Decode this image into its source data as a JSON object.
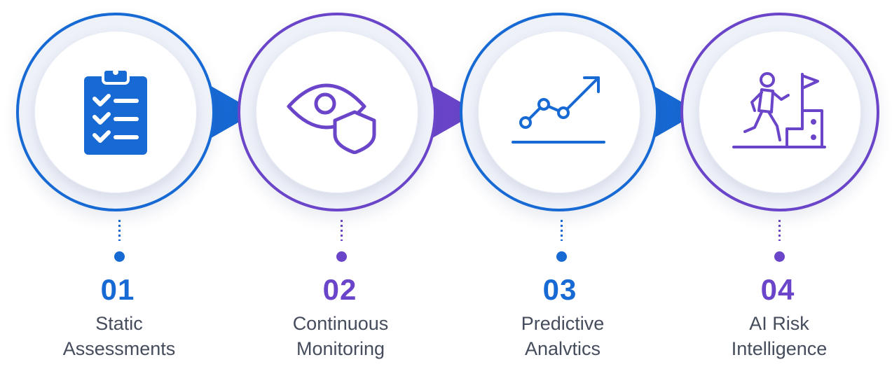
{
  "colors": {
    "blue": "#1769d4",
    "purple": "#6a45c9",
    "text": "#454c5c"
  },
  "steps": [
    {
      "number": "01",
      "label_line1": "Static",
      "label_line2": "Assessments",
      "icon": "clipboard-checklist-icon",
      "color": "blue"
    },
    {
      "number": "02",
      "label_line1": "Continuous",
      "label_line2": "Monitoring",
      "icon": "eye-shield-icon",
      "color": "purple"
    },
    {
      "number": "03",
      "label_line1": "Predictive",
      "label_line2": "Analvtics",
      "icon": "trend-arrow-icon",
      "color": "blue"
    },
    {
      "number": "04",
      "label_line1": "AI Risk",
      "label_line2": "Intelligence",
      "icon": "climber-flag-icon",
      "color": "purple"
    }
  ]
}
